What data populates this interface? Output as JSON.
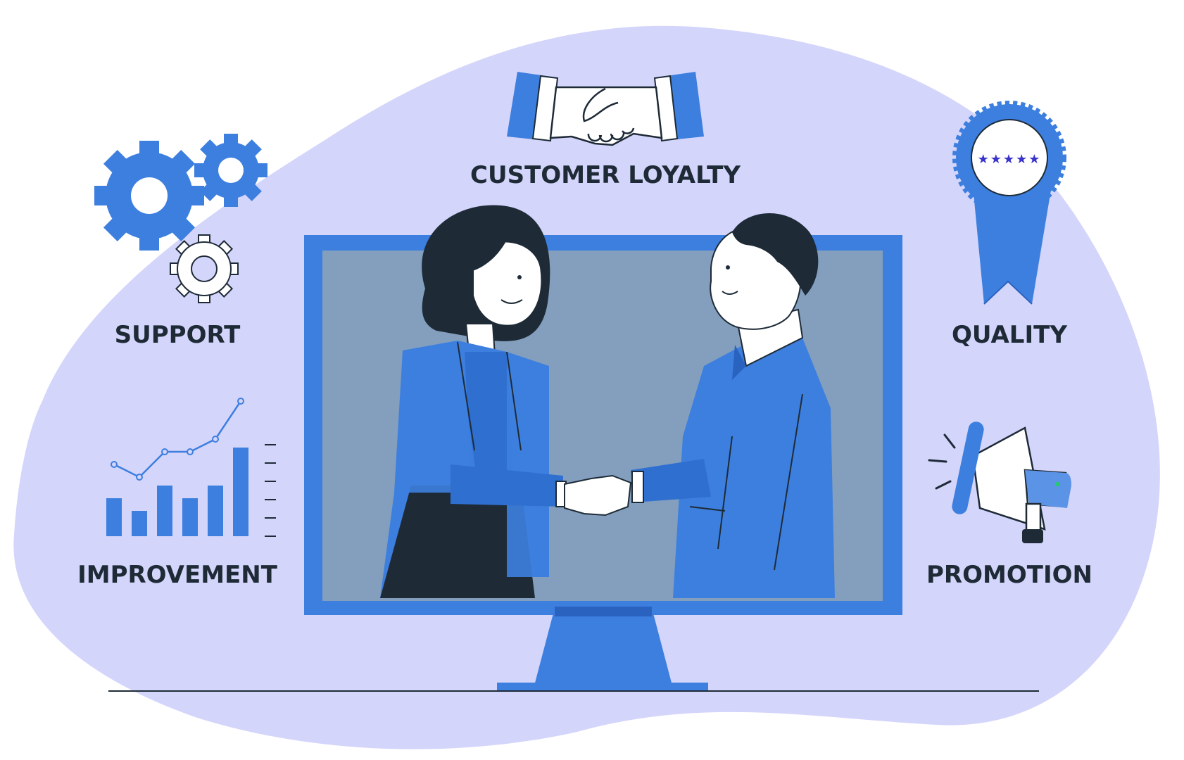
{
  "labels": {
    "customer_loyalty": "CUSTOMER LOYALTY",
    "support": "SUPPORT",
    "quality": "QUALITY",
    "improvement": "IMPROVEMENT",
    "promotion": "PROMOTION"
  },
  "badge": {
    "stars": "★★★★★"
  },
  "improvement_chart": {
    "bar_values": [
      3,
      2,
      4,
      3,
      4,
      7
    ],
    "line_values": [
      5,
      4,
      6,
      6,
      7,
      10
    ]
  },
  "colors": {
    "background_blob": "#d4d5fb",
    "accent_blue": "#3d7fdf",
    "dark_ink": "#1e2b37",
    "screen": "#839fbd"
  },
  "icons": [
    "handshake-icon",
    "gears-icon",
    "quality-ribbon-icon",
    "growth-chart-icon",
    "megaphone-icon"
  ]
}
